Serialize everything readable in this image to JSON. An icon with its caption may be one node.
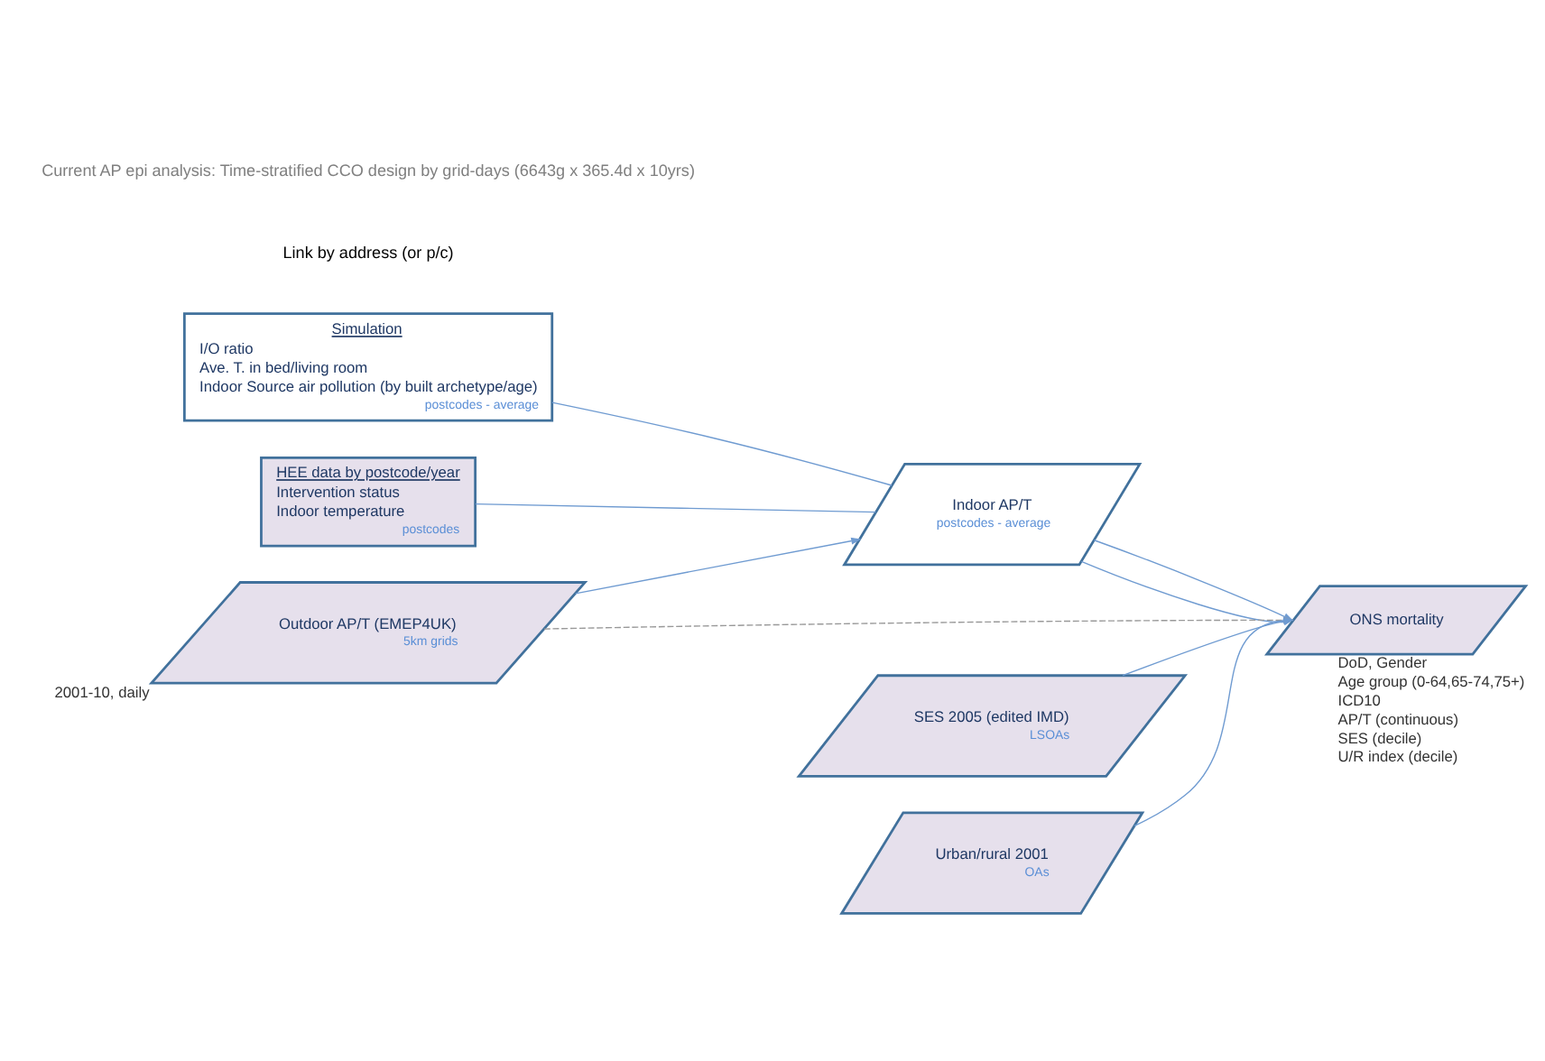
{
  "diagram": {
    "nodes": [
      {
        "text": [
          "Simulation",
          "I/O ratio",
          "Ave. T. in bed/living room",
          "Indoor Source air pollution (by built archetype/age)",
          "postcodes - average"
        ]
      },
      {
        "text": [
          "HEE data by postcode/year",
          "Intervention status",
          "Indoor temperature",
          "postcodes"
        ]
      },
      {
        "text": [
          "Indoor AP/T",
          "postcodes - average"
        ]
      },
      {
        "text": [
          "Outdoor AP/T (EMEP4UK)",
          "5km grids"
        ],
        "beside": [
          "2001-10, daily"
        ]
      },
      {
        "text": [
          "SES 2005 (edited IMD)",
          "LSOAs"
        ]
      },
      {
        "text": [
          "Urban/rural 2001",
          "OAs"
        ]
      },
      {
        "text": [
          "ONS mortality"
        ],
        "beside": [
          "DoD, Gender",
          "Age group (0-64,65-74,75+)",
          "ICD10",
          "AP/T (continuous)",
          "SES (decile)",
          "U/R index (decile)"
        ]
      }
    ],
    "edges": [
      {
        "from": 0,
        "to": 2,
        "arrow": "none"
      },
      {
        "from": 1,
        "to": 2,
        "arrow": "none"
      },
      {
        "from": 3,
        "to": 2,
        "arrow": "to"
      },
      {
        "from": 2,
        "to": 6,
        "arrow": "to"
      },
      {
        "from": 2,
        "to": 6,
        "arrow": "to"
      },
      {
        "from": 3,
        "to": 6,
        "arrow": "to",
        "style": "dashed",
        "color": "#999999"
      },
      {
        "from": 4,
        "to": 6,
        "arrow": "to"
      },
      {
        "from": 5,
        "to": 6,
        "arrow": "to"
      }
    ],
    "labels": [
      "Link by address (or p/c)",
      "Current AP epi analysis: Time-stratified CCO design by grid-days (6643g x 365.4d x 10yrs)"
    ]
  }
}
